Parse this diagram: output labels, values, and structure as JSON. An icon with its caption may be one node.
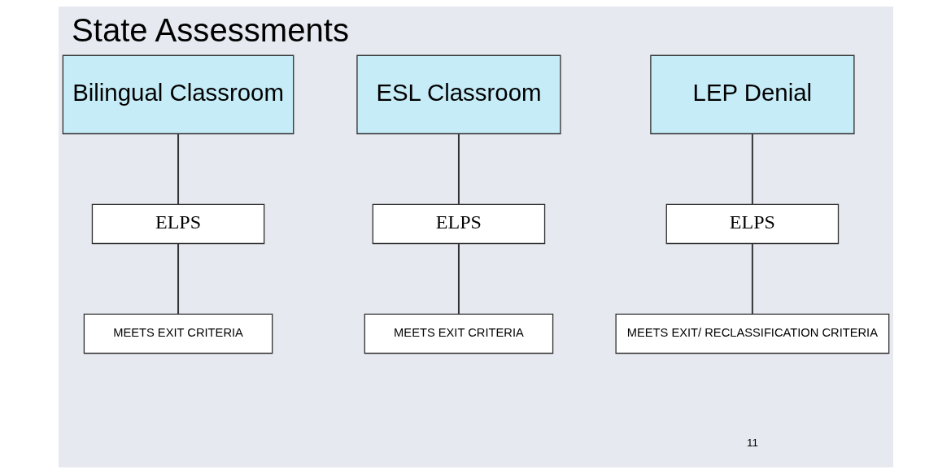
{
  "diagram": {
    "title": "State Assessments",
    "nodes": [
      {
        "text": [
          "Bilingual Classroom"
        ]
      },
      {
        "text": [
          "ESL Classroom"
        ]
      },
      {
        "text": [
          "LEP Denial"
        ]
      },
      {
        "text": [
          "ELPS"
        ]
      },
      {
        "text": [
          "ELPS"
        ]
      },
      {
        "text": [
          "ELPS"
        ]
      },
      {
        "text": [
          "MEETS EXIT CRITERIA"
        ]
      },
      {
        "text": [
          "MEETS EXIT CRITERIA"
        ]
      },
      {
        "text": [
          "MEETS EXIT/ RECLASSIFICATION CRITERIA"
        ]
      }
    ],
    "edges": [
      {
        "from": 0,
        "to": 3,
        "arrow": "none"
      },
      {
        "from": 1,
        "to": 4,
        "arrow": "none"
      },
      {
        "from": 2,
        "to": 5,
        "arrow": "none"
      },
      {
        "from": 3,
        "to": 6,
        "arrow": "none"
      },
      {
        "from": 4,
        "to": 7,
        "arrow": "none"
      },
      {
        "from": 5,
        "to": 8,
        "arrow": "none"
      }
    ],
    "labels": [
      "11"
    ]
  }
}
